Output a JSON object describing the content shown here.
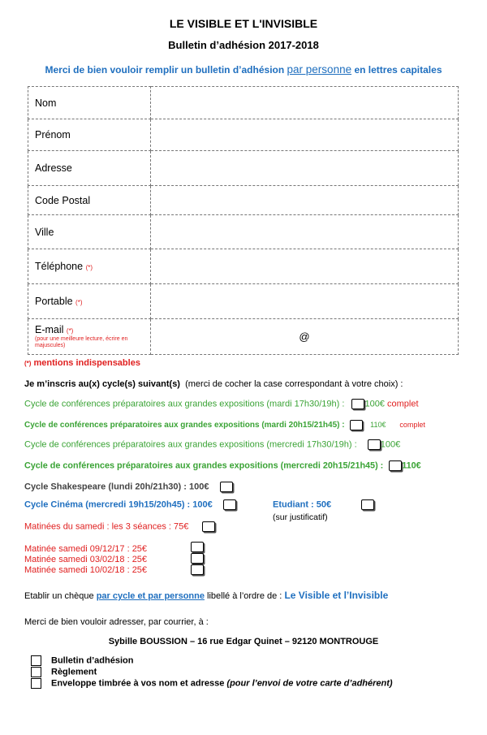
{
  "header": {
    "title": "LE VISIBLE ET L'INVISIBLE",
    "subtitle": "Bulletin d’adhésion 2017-2018",
    "instruction_pre": "Merci de bien vouloir remplir un bulletin d’adhésion",
    "instruction_link": "par personne",
    "instruction_post": "en lettres capitales"
  },
  "form": {
    "rows": [
      {
        "label": "Nom",
        "required": ""
      },
      {
        "label": "Prénom",
        "required": ""
      },
      {
        "label": "Adresse",
        "required": ""
      },
      {
        "label": "Code Postal",
        "required": ""
      },
      {
        "label": "Ville",
        "required": ""
      },
      {
        "label": "Téléphone",
        "required": "(*)"
      },
      {
        "label": "Portable",
        "required": "(*)"
      }
    ],
    "email": {
      "label": "E-mail",
      "required": "(*)",
      "note": "(pour une meilleure lecture, écrire en majuscules)",
      "at_symbol": "@"
    }
  },
  "mentions": {
    "marker": "(*)",
    "text": "mentions indispensables"
  },
  "cycles": {
    "intro_bold": "Je m’inscris au(x) cycle(s) suivant(s)",
    "intro_rest": "(merci de cocher la case correspondant à votre choix) :",
    "items": [
      {
        "text": "Cycle de conférences préparatoires aux grandes expositions (mardi 17h30/19h) :",
        "price": "100€",
        "status": "complet"
      },
      {
        "text": "Cycle de conférences préparatoires aux grandes expositions (mardi 20h15/21h45) :",
        "price": "110€",
        "status": "complet"
      },
      {
        "text": "Cycle de conférences préparatoires aux grandes expositions (mercredi 17h30/19h) :",
        "price": "100€",
        "status": ""
      },
      {
        "text": "Cycle de conférences préparatoires aux grandes expositions (mercredi 20h15/21h45) :",
        "price": "110€",
        "status": ""
      }
    ],
    "shakespeare": "Cycle Shakespeare (lundi 20h/21h30) : 100€",
    "cinema": "Cycle Cinéma (mercredi 19h15/20h45) : 100€",
    "etudiant": "Etudiant : 50€",
    "justificatif": "(sur justificatif)",
    "matinees": "Matinées du samedi : les 3 séances : 75€",
    "matinee_dates": [
      "Matinée samedi 09/12/17 : 25€",
      "Matinée samedi 03/02/18 : 25€",
      "Matinée samedi 10/02/18 : 25€"
    ]
  },
  "payment": {
    "pre": "Etablir un chèque",
    "link": "par cycle et par personne",
    "mid": "libellé à l’ordre de :",
    "payee": "Le Visible et l’Invisible"
  },
  "mail": {
    "intro": "Merci de bien vouloir adresser, par courrier, à :",
    "address": "Sybille BOUSSION – 16 rue Edgar Quinet – 92120 MONTROUGE"
  },
  "checklist": [
    {
      "text": "Bulletin d’adhésion",
      "extra": ""
    },
    {
      "text": "Règlement",
      "extra": ""
    },
    {
      "text": "Enveloppe timbrée à vos nom et adresse",
      "extra": "(pour l’envoi de votre carte d’adhérent)"
    }
  ],
  "colors": {
    "blue": "#1f6fbf",
    "green": "#3aa335",
    "red": "#e02020"
  }
}
